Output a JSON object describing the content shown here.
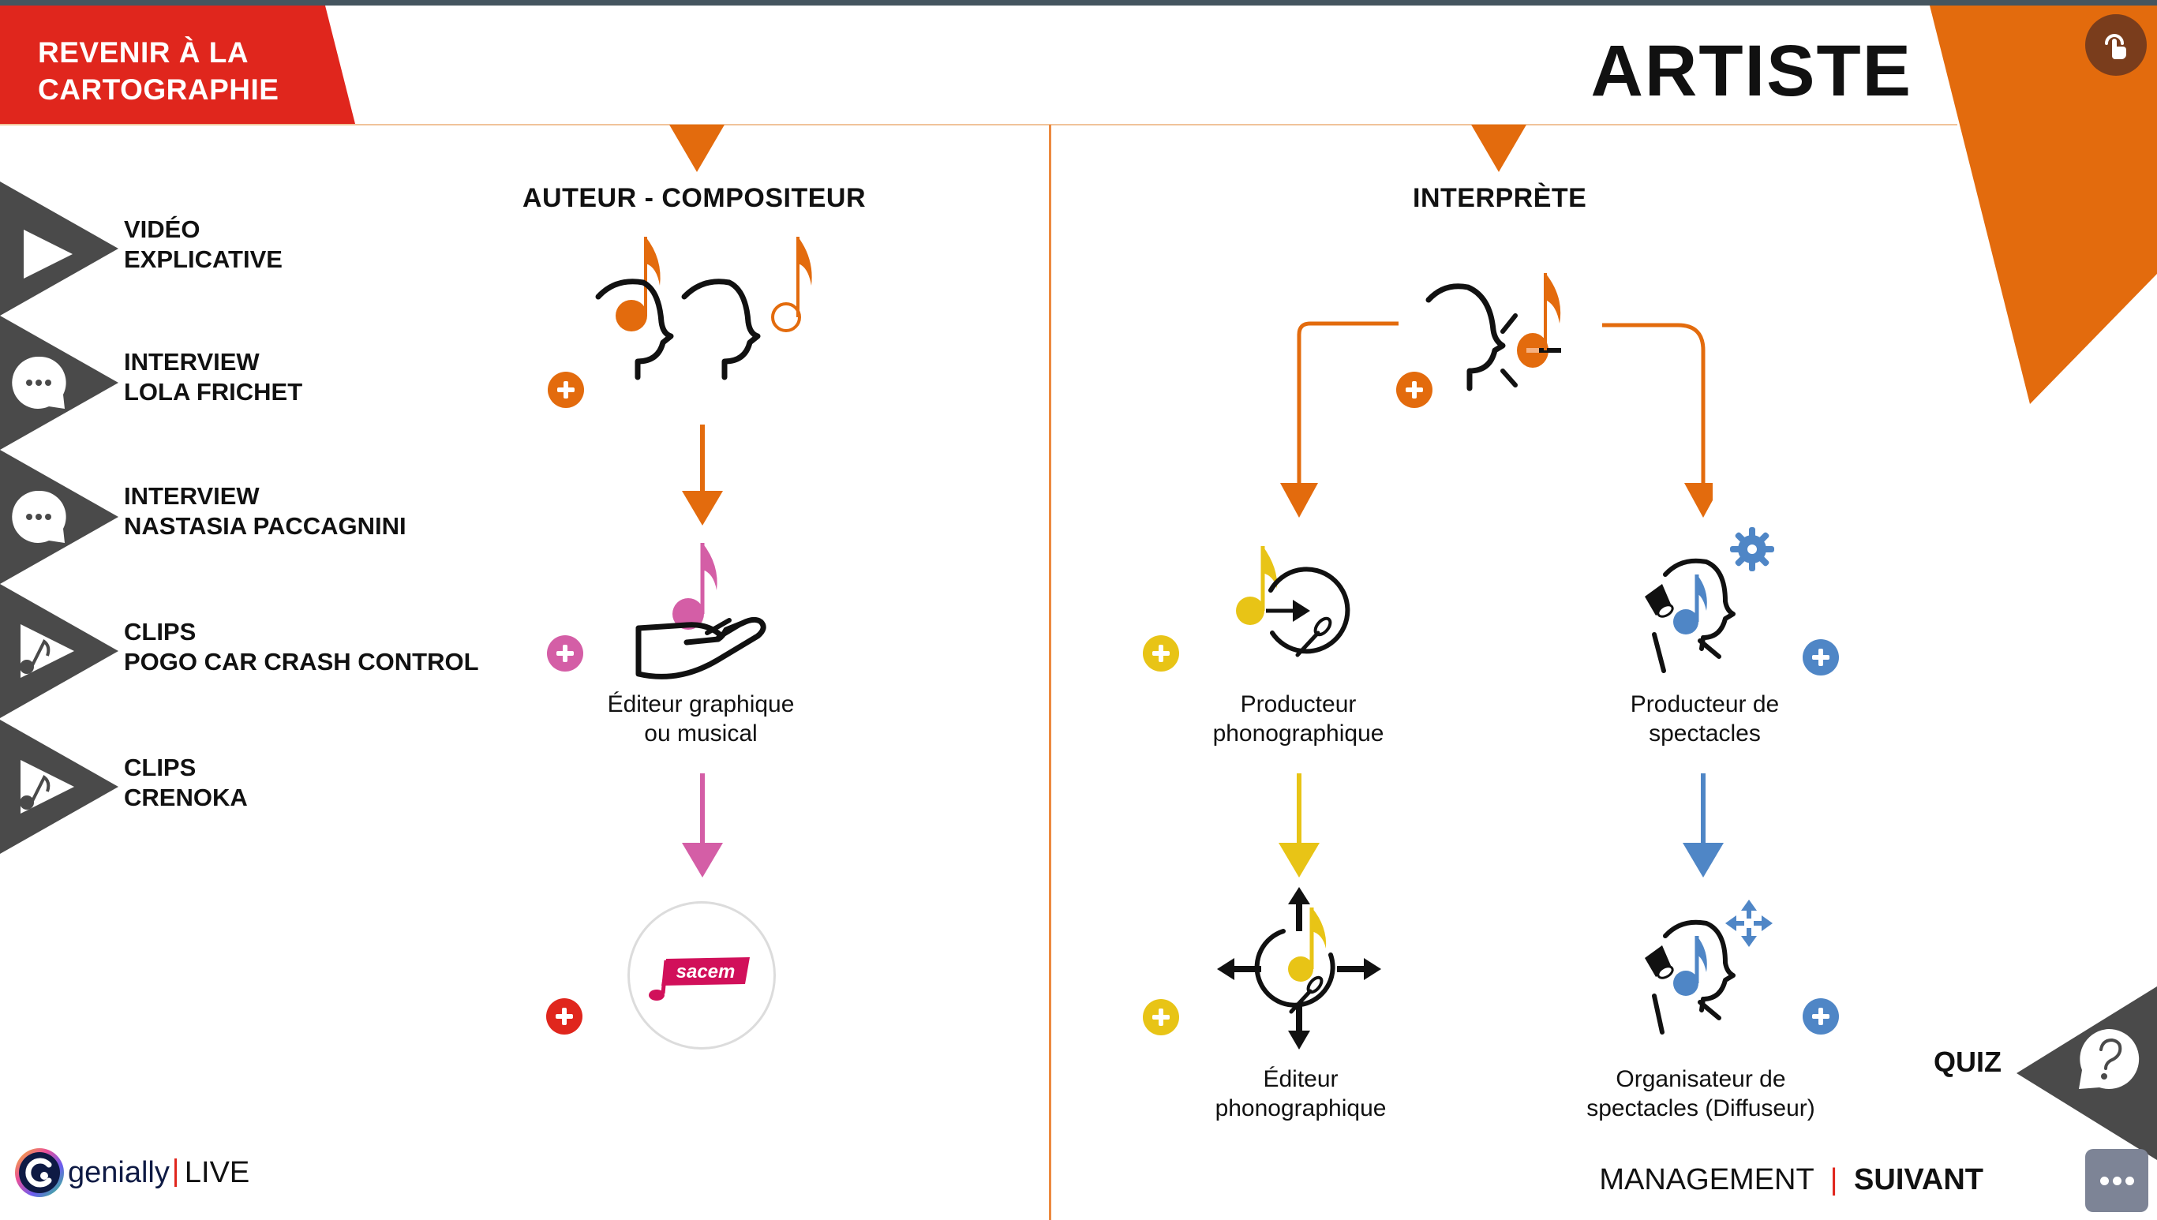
{
  "header": {
    "back_label": "REVENIR À LA\nCARTOGRAPHIE",
    "title": "ARTISTE",
    "touch_icon": "touch-hand-icon"
  },
  "sidebar": {
    "items": [
      {
        "label": "VIDÉO\nEXPLICATIVE",
        "icon": "play-icon"
      },
      {
        "label": "INTERVIEW\nLOLA FRICHET",
        "icon": "chat-bubble-icon"
      },
      {
        "label": "INTERVIEW\nNASTASIA PACCAGNINI",
        "icon": "chat-bubble-icon"
      },
      {
        "label": "CLIPS\nPOGO CAR CRASH CONTROL",
        "icon": "music-play-icon"
      },
      {
        "label": "CLIPS\nCRENOKA",
        "icon": "music-play-icon"
      }
    ]
  },
  "left_column": {
    "title": "AUTEUR - COMPOSITEUR",
    "nodes": [
      {
        "label": "",
        "icon": "composer-heads-icon",
        "plus_color": "#e36b0d"
      },
      {
        "label": "Éditeur graphique\nou musical",
        "icon": "hand-note-icon",
        "plus_color": "#d45ea6"
      },
      {
        "label": "",
        "icon": "sacem-logo",
        "logo_text": "sacem",
        "plus_color": "#e0261d"
      }
    ]
  },
  "right_column": {
    "title": "INTERPRÈTE",
    "top_node": {
      "icon": "singer-head-icon",
      "plus_color": "#e36b0d"
    },
    "nodes": [
      {
        "label": "Producteur\nphonographique",
        "icon": "record-producer-icon",
        "plus_color": "#e8c416"
      },
      {
        "label": "Producteur de\nspectacles",
        "icon": "show-producer-icon",
        "plus_color": "#4f86c6"
      },
      {
        "label": "Éditeur\nphonographique",
        "icon": "record-distribution-icon",
        "plus_color": "#e8c416"
      },
      {
        "label": "Organisateur de\nspectacles (Diffuseur)",
        "icon": "show-organizer-icon",
        "plus_color": "#4f86c6"
      }
    ]
  },
  "quiz": {
    "label": "QUIZ",
    "icon": "question-bubble-icon"
  },
  "footer": {
    "brand": "genially",
    "brand_suffix": "LIVE",
    "nav_section": "MANAGEMENT",
    "nav_next": "SUIVANT",
    "more_icon": "more-dots-icon"
  },
  "colors": {
    "orange": "#e36b0d",
    "red": "#e0261d",
    "pink": "#d45ea6",
    "yellow": "#e8c416",
    "blue": "#4f86c6",
    "dark_grey": "#4a4a4a",
    "sacem": "#d1105a"
  }
}
